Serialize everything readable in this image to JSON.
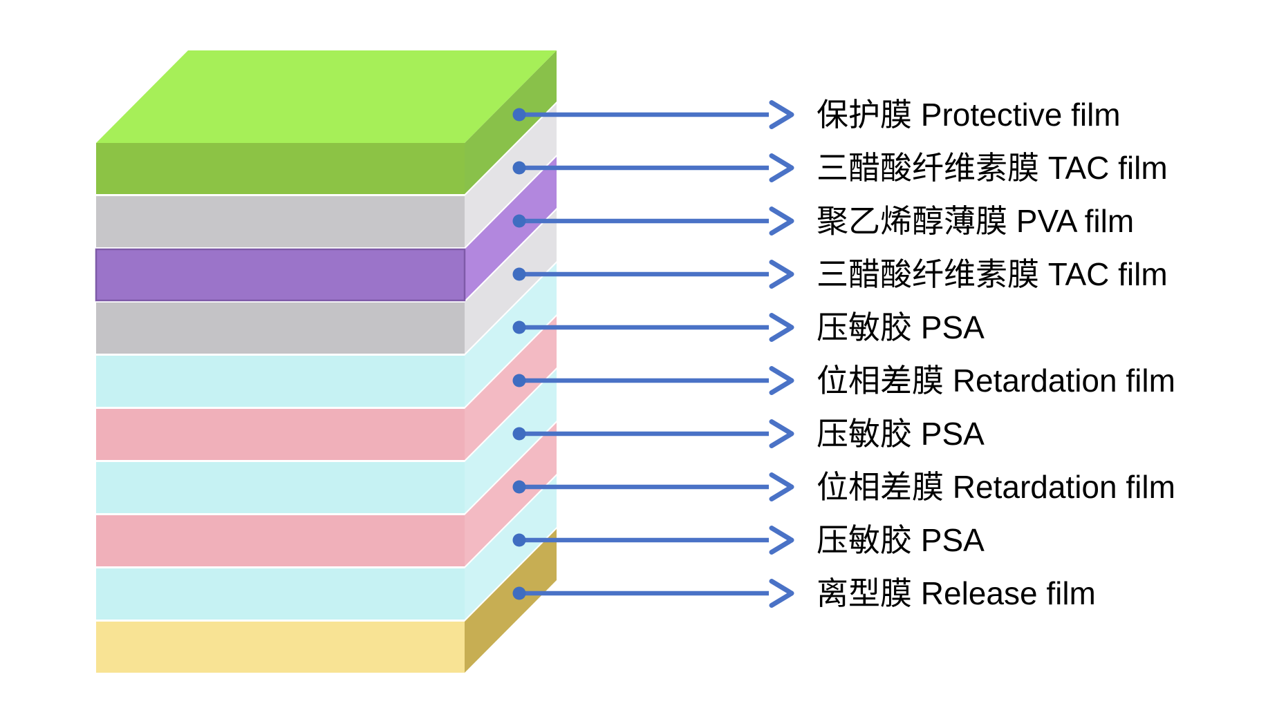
{
  "colors": {
    "background": "#ffffff",
    "callout_line": "#4a72c6",
    "callout_dot": "#3f6dc1",
    "label_text": "#000000"
  },
  "stack": {
    "layers": [
      {
        "id": "protective-film",
        "label": "保护膜 Protective film",
        "front_color": "#8cc345",
        "side_color": "#89c14a",
        "top_color": "#a6ef58"
      },
      {
        "id": "tac-film-upper",
        "label": "三醋酸纤维素膜 TAC film",
        "front_color": "#c7c6c9",
        "side_color": "#e4e3e6"
      },
      {
        "id": "pva-film",
        "label": "聚乙烯醇薄膜 PVA film",
        "front_color": "#9b74c9",
        "side_color": "#b287de",
        "edge_color": "#7e5aa8"
      },
      {
        "id": "tac-film-lower",
        "label": "三醋酸纤维素膜 TAC film",
        "front_color": "#c4c3c6",
        "side_color": "#e2e1e4"
      },
      {
        "id": "psa-1",
        "label": "压敏胶 PSA",
        "front_color": "#c6f2f3",
        "side_color": "#cff4f6"
      },
      {
        "id": "retardation-film-1",
        "label": "位相差膜 Retardation film",
        "front_color": "#f0b0ba",
        "side_color": "#f3bac3"
      },
      {
        "id": "psa-2",
        "label": "压敏胶 PSA",
        "front_color": "#c6f2f3",
        "side_color": "#cff4f6"
      },
      {
        "id": "retardation-film-2",
        "label": "位相差膜 Retardation film",
        "front_color": "#f0b0ba",
        "side_color": "#f3bac3"
      },
      {
        "id": "psa-3",
        "label": "压敏胶 PSA",
        "front_color": "#c6f2f3",
        "side_color": "#cff4f6"
      },
      {
        "id": "release-film",
        "label": "离型膜 Release film",
        "front_color": "#f8e394",
        "side_color": "#c7ae53"
      }
    ]
  }
}
